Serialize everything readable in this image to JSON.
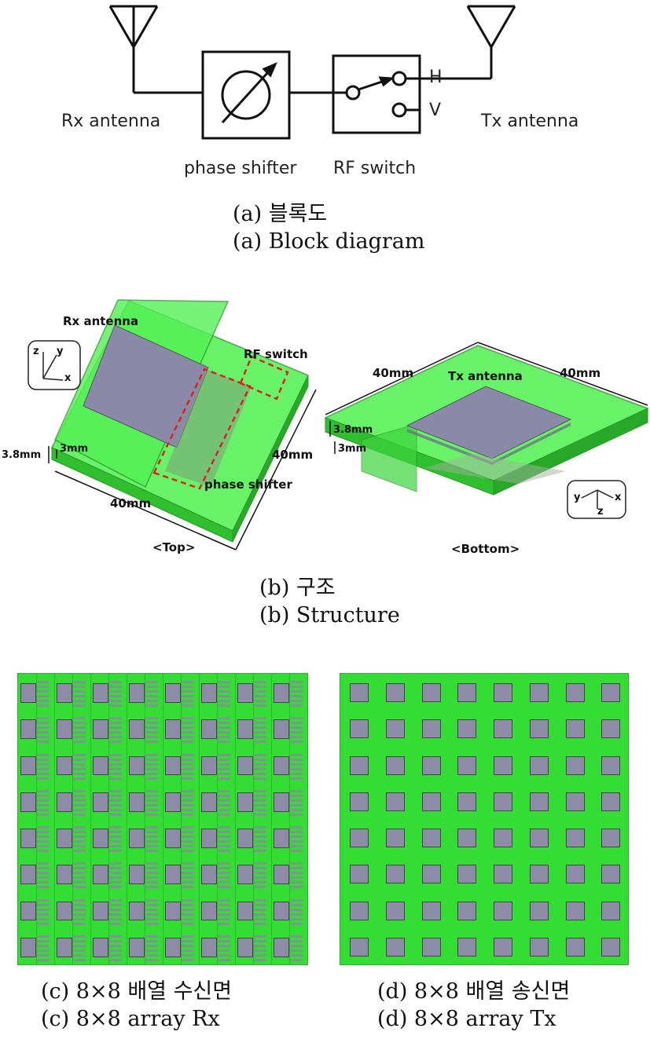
{
  "block": {
    "rx_label": "Rx antenna",
    "tx_label": "Tx antenna",
    "phase_label": "phase shifter",
    "rf_label": "RF switch",
    "h_label": "H",
    "v_label": "V",
    "caption_ko": "(a)  블록도",
    "caption_en": "(a)  Block diagram"
  },
  "structure": {
    "top": {
      "rx_label": "Rx antenna",
      "rf_label": "RF switch",
      "phase_label": "phase shifter",
      "dim_40a": "40mm",
      "dim_40b": "40mm",
      "dim_38": "3.8mm",
      "dim_3": "3mm",
      "axis_z": "z",
      "axis_y": "y",
      "axis_x": "x",
      "view_label": "<Top>"
    },
    "bottom": {
      "tx_label": "Tx antenna",
      "dim_40a": "40mm",
      "dim_40b": "40mm",
      "dim_38": "3.8mm",
      "dim_3": "3mm",
      "axis_y": "y",
      "axis_x": "x",
      "axis_z": "z",
      "view_label": "<Bottom>"
    },
    "caption_ko": "(b)  구조",
    "caption_en": "(b)  Structure"
  },
  "arrays": {
    "rx_caption_ko": "(c)  8×8  배열  수신면",
    "rx_caption_en": "(c)  8×8  array  Rx",
    "tx_caption_ko": "(d)  8×8  배열  송신면",
    "tx_caption_en": "(d)  8×8  array  Tx",
    "rows": 8,
    "cols": 8
  },
  "colors": {
    "substrate": "#33dd33",
    "patch": "#8c8ca6",
    "highlight": "#e02020"
  }
}
